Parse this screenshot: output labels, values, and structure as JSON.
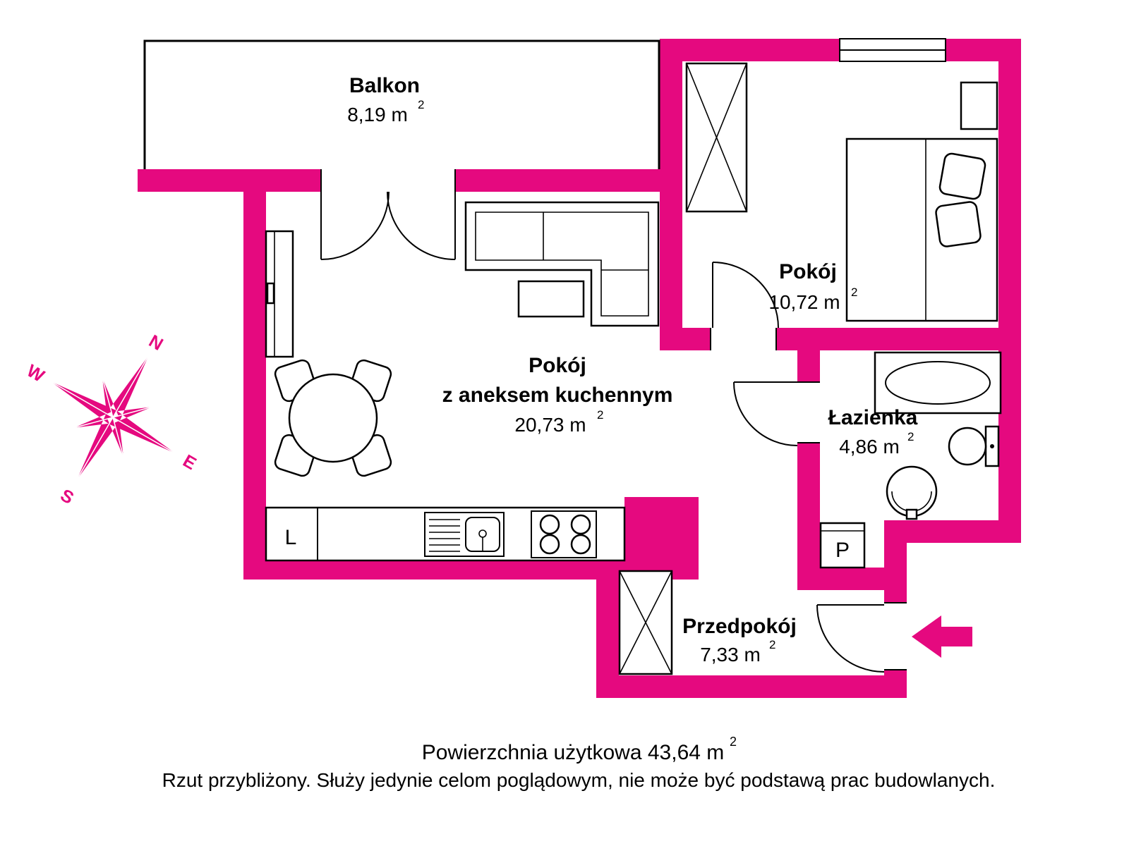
{
  "rooms": {
    "balkon": {
      "name": "Balkon",
      "area": "8,19 m",
      "area_sup": "2"
    },
    "pokoj": {
      "name": "Pokój",
      "area": "10,72 m",
      "area_sup": "2"
    },
    "pokoj_z_aneksem": {
      "name_line1": "Pokój",
      "name_line2": "z aneksem kuchennym",
      "area": "20,73 m",
      "area_sup": "2"
    },
    "lazienka": {
      "name": "Łazienka",
      "area": "4,86 m",
      "area_sup": "2"
    },
    "przedpokoj": {
      "name": "Przedpokój",
      "area": "7,33 m",
      "area_sup": "2"
    }
  },
  "appliances": {
    "fridge": "L",
    "washing_machine": "P"
  },
  "compass": {
    "north": "N",
    "east": "E",
    "south": "S",
    "west": "W"
  },
  "footer": {
    "total_area": "Powierzchnia użytkowa 43,64 m",
    "total_area_sup": "2",
    "disclaimer": "Rzut przybliżony. Służy jedynie celom poglądowym, nie może być podstawą prac budowlanych."
  },
  "colors": {
    "accent": "#E5097F",
    "line": "#000000",
    "background": "#FFFFFF"
  }
}
